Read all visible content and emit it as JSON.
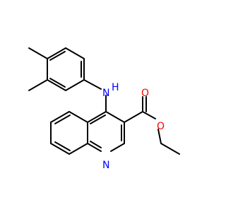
{
  "molecule": {
    "atoms": {
      "amine_n": {
        "symbol": "N",
        "sub": "H",
        "color": "#0000ff"
      },
      "ring_n": {
        "symbol": "N",
        "color": "#0000ff"
      },
      "carbonyl_o": {
        "symbol": "O",
        "color": "#ff0000"
      },
      "ester_o": {
        "symbol": "O",
        "color": "#ff0000"
      }
    }
  }
}
